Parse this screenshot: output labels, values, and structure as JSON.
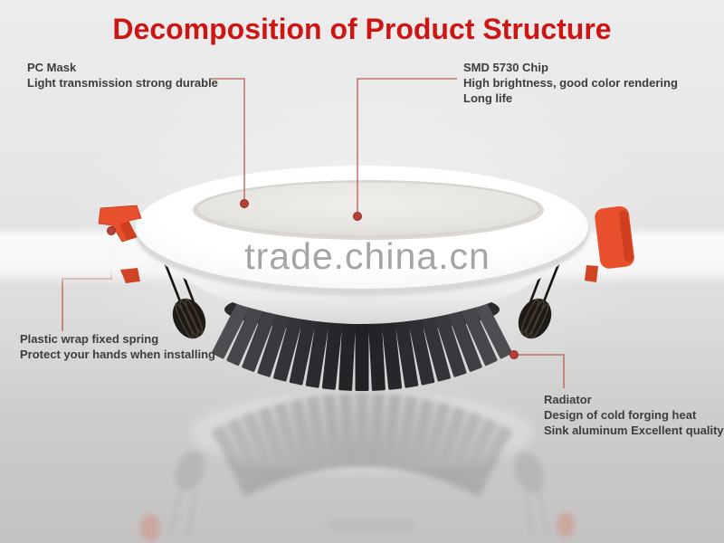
{
  "title": "Decomposition of Product Structure",
  "watermark": "trade.china.cn",
  "callouts": {
    "pc_mask": {
      "title": "PC Mask",
      "lines": [
        "Light transmission strong durable"
      ]
    },
    "smd_chip": {
      "title": "SMD 5730 Chip",
      "lines": [
        "High brightness, good color rendering",
        "Long life"
      ]
    },
    "spring": {
      "title": "Plastic wrap fixed spring",
      "lines": [
        "Protect your hands when installing"
      ]
    },
    "radiator": {
      "title": "Radiator",
      "lines": [
        "Design of cold forging heat",
        "Sink aluminum Excellent quality"
      ]
    }
  },
  "colors": {
    "title_red": "#cd1614",
    "leader_red": "#b85c52",
    "clip_orange": "#e84f2c",
    "label_text": "#3d3d3d",
    "watermark_gray": "#8f8f8f",
    "heatsink_dark": "#2a2a2e",
    "background_gray": "#dcdcdc"
  }
}
